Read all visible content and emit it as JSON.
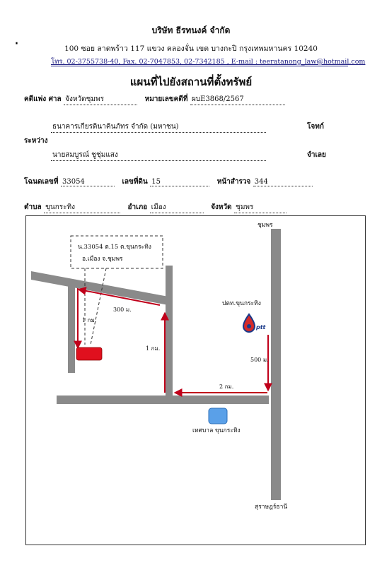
{
  "header": {
    "company": "บริษัท ธีรทนงค์ จำกัด",
    "address": "100 ซอย ลาดพร้าว 117 แขวง คลองจั่น เขต บางกะปิ กรุงเทพมหานคร 10240",
    "contact": "โทร. 02-3755738-40, Fax. 02-7047853, 02-7342185 , E-mail : teeratanong_law@hotmail.com"
  },
  "title": "แผนที่ไปยังสถานที่ตั้งทรัพย์",
  "form": {
    "court_label": "คดีแพ่ง ศาล",
    "court_value": "จังหวัดชุมพร",
    "case_label": "หมายเลขคดีที่",
    "case_value": "ผบE3868/2567",
    "plaintiff_value": "ธนาคารเกียรตินาคินภัทร จำกัด (มหาชน)",
    "plaintiff_label": "โจทก์",
    "between_label": "ระหว่าง",
    "defendant_value": "นายสมบูรณ์ ชูชุ่มแสง",
    "defendant_label": "จำเลย",
    "deed_label": "โฉนดเลขที่",
    "deed_value": "33054",
    "land_no_label": "เลขที่ดิน",
    "land_no_value": "15",
    "survey_label": "หน้าสำรวจ",
    "survey_value": "344",
    "subdistrict_label": "ตำบล",
    "subdistrict_value": "ขุนกระทิง",
    "district_label": "อำเภอ",
    "district_value": "เมือง",
    "province_label": "จังหวัด",
    "province_value": "ชุมพร"
  },
  "map": {
    "callout_line1": "น.33054 ต.15 ต.ขุนกระทิง",
    "callout_line2": "อ.เมือง จ.ชุมพร",
    "north_label": "ชุมพร",
    "south_label": "สุราษฎร์ธานี",
    "ptt_station_label": "ปตท.ขุนกระทิง",
    "ptt_logo_text": "ptt",
    "municipality_label": "เทศบาล ขุนกระทิง",
    "dist_300m": "300 ม.",
    "dist_1km_a": "1 กม.",
    "dist_1km_b": "1 กม.",
    "dist_500m": "500 ม.",
    "dist_2km": "2 กม.",
    "route_color": "#c0001a",
    "road_color": "#8a8a8a",
    "property_color": "#e0101e",
    "municipality_color": "#5aa0e8"
  }
}
